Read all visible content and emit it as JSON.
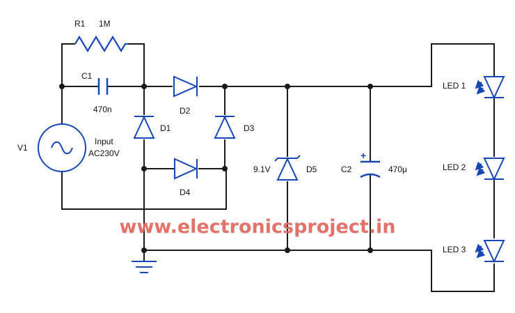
{
  "labels": {
    "r1": "R1",
    "r1_value": "1M",
    "c1": "C1",
    "c1_value": "470n",
    "v1": "V1",
    "input_line1": "Input",
    "input_line2": "AC230V",
    "d1": "D1",
    "d2": "D2",
    "d3": "D3",
    "d4": "D4",
    "d5": "D5",
    "d5_value": "9.1V",
    "c2": "C2",
    "c2_value": "470μ",
    "c2_polarity": "+",
    "led1": "LED 1",
    "led2": "LED 2",
    "led3": "LED 3"
  },
  "watermark": "www.electronicsproject.in",
  "colors": {
    "wire": "#1a1a1a",
    "component": "#1747b5",
    "watermark": "#e0685f",
    "text": "#111111"
  }
}
